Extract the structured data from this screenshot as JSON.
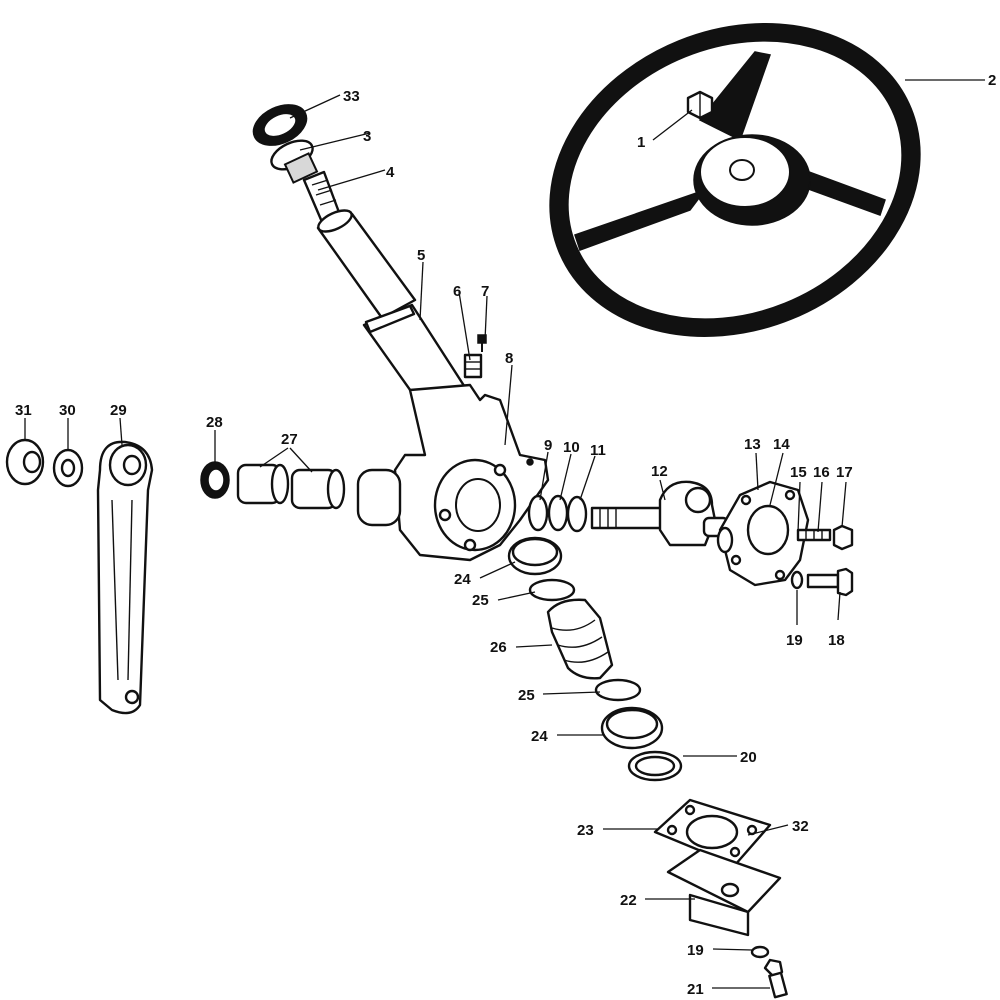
{
  "labels": {
    "l1": "1",
    "l2": "2",
    "l3": "3",
    "l4": "4",
    "l5": "5",
    "l6": "6",
    "l7": "7",
    "l8": "8",
    "l9": "9",
    "l10": "10",
    "l11": "11",
    "l12": "12",
    "l13": "13",
    "l14": "14",
    "l15": "15",
    "l16": "16",
    "l17": "17",
    "l18": "18",
    "l19a": "19",
    "l19b": "19",
    "l20": "20",
    "l21": "21",
    "l22": "22",
    "l23": "23",
    "l24a": "24",
    "l24b": "24",
    "l25a": "25",
    "l25b": "25",
    "l26": "26",
    "l27": "27",
    "l28": "28",
    "l29": "29",
    "l30": "30",
    "l31": "31",
    "l32": "32",
    "l33": "33"
  }
}
